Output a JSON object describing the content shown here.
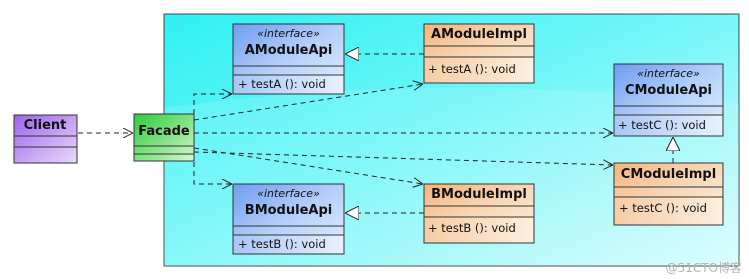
{
  "diagram": {
    "classes": {
      "client": {
        "name": "Client"
      },
      "facade": {
        "name": "Facade"
      },
      "amoduleapi": {
        "stereotype": "«interface»",
        "name": "AModuleApi",
        "member": "+ testA (): void"
      },
      "amoduleimpl": {
        "name": "AModuleImpl",
        "member": "+ testA (): void"
      },
      "bmoduleapi": {
        "stereotype": "«interface»",
        "name": "BModuleApi",
        "member": "+ testB (): void"
      },
      "bmoduleimpl": {
        "name": "BModuleImpl",
        "member": "+ testB (): void"
      },
      "cmoduleapi": {
        "stereotype": "«interface»",
        "name": "CModuleApi",
        "member": "+ testC (): void"
      },
      "cmoduleimpl": {
        "name": "CModuleImpl",
        "member": "+ testC (): void"
      }
    },
    "watermark": "@51CTO博客",
    "colors": {
      "container": "#55f2f4",
      "interface": "#8fb6f4",
      "impl": "#f6c89c",
      "client": "#b88af0",
      "facade": "#6fd86f",
      "line": "#222222"
    }
  }
}
